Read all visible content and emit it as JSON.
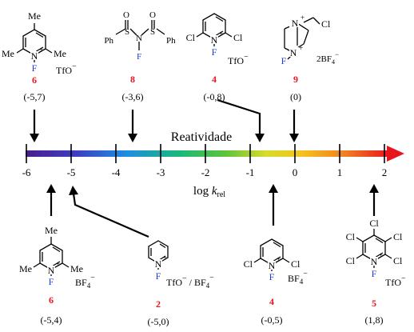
{
  "axis": {
    "title": "Reatividade",
    "xlabel_prefix": "log ",
    "xlabel_k": "k",
    "xlabel_sub": "rel",
    "ticks": [
      "-6",
      "-5",
      "-4",
      "-3",
      "-2",
      "-1",
      "0",
      "1",
      "2"
    ],
    "range": [
      -6,
      2
    ]
  },
  "colors": {
    "compound_number": "#e8141e",
    "fluorine": "#1f3fd6",
    "arrow_tip": "#e8141e"
  },
  "reagents_top": [
    {
      "number": "6",
      "value_label": "(-5,7)",
      "value": -5.7,
      "counterion": "TfO",
      "charge": "−",
      "substituents": {
        "para": "Me",
        "ortho_left": "Me",
        "ortho_right": "Me"
      },
      "n_label": "N",
      "plus": "+",
      "f_label": "F"
    },
    {
      "number": "8",
      "value_label": "(-3,6)",
      "value": -3.6,
      "s_left": "S",
      "s_right": "S",
      "o_left": "O",
      "o_right": "O",
      "n_label": "N",
      "ph_left": "Ph",
      "ph_right": "Ph",
      "f_label": "F"
    },
    {
      "number": "4",
      "value_label": "(-0,8)",
      "value": -0.8,
      "counterion": "TfO",
      "charge": "−",
      "substituents": {
        "ortho_left": "Cl",
        "ortho_right": "Cl"
      },
      "n_label": "N",
      "plus": "+",
      "f_label": "F"
    },
    {
      "number": "9",
      "value_label": "(0)",
      "value": 0,
      "n_top": "N",
      "n_bottom": "N",
      "plus_top": "+",
      "plus_bottom": "+",
      "cl": "Cl",
      "f_label": "F",
      "counterion": "2BF",
      "ion_sub": "4",
      "charge": "−"
    }
  ],
  "reagents_bottom": [
    {
      "number": "6",
      "value_label": "(-5,4)",
      "value": -5.4,
      "counterion": "BF",
      "ion_sub": "4",
      "charge": "−",
      "substituents": {
        "para": "Me",
        "ortho_left": "Me",
        "ortho_right": "Me"
      },
      "n_label": "N",
      "plus": "+",
      "f_label": "F"
    },
    {
      "number": "2",
      "value_label": "(-5,0)",
      "value": -5.0,
      "counterion_a": "TfO",
      "charge_a": "−",
      "separator": " / ",
      "counterion_b": "BF",
      "ion_sub": "4",
      "charge_b": "−",
      "n_label": "N",
      "plus": "+",
      "f_label": "F"
    },
    {
      "number": "4",
      "value_label": "(-0,5)",
      "value": -0.5,
      "counterion": "BF",
      "ion_sub": "4",
      "charge": "−",
      "substituents": {
        "ortho_left": "Cl",
        "ortho_right": "Cl"
      },
      "n_label": "N",
      "plus": "+",
      "f_label": "F"
    },
    {
      "number": "5",
      "value_label": "(1,8)",
      "value": 1.8,
      "counterion": "TfO",
      "charge": "−",
      "substituents": {
        "meta_left": "Cl",
        "para": "Cl",
        "meta_right": "Cl",
        "ortho_left": "Cl",
        "ortho_right": "Cl"
      },
      "n_label": "N",
      "plus": "+",
      "f_label": "F"
    }
  ]
}
